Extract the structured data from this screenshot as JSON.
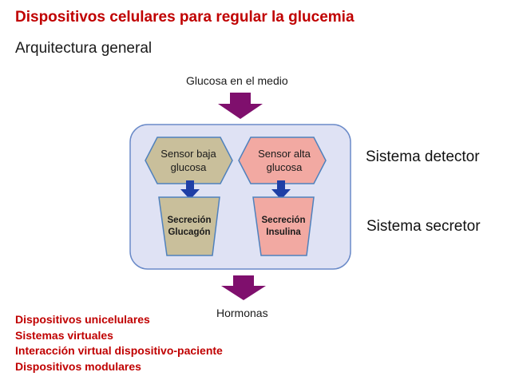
{
  "slide": {
    "title": "Dispositivos celulares para regular la glucemia",
    "subtitle": "Arquitectura general"
  },
  "diagram": {
    "input_label": "Glucosa en el medio",
    "output_label": "Hormonas",
    "sensor_low": {
      "line1": "Sensor baja",
      "line2": "glucosa"
    },
    "sensor_high": {
      "line1": "Sensor alta",
      "line2": "glucosa"
    },
    "secretion_glucagon": {
      "line1": "Secreción",
      "line2": "Glucagón"
    },
    "secretion_insulin": {
      "line1": "Secreción",
      "line2": "Insulina"
    },
    "label_detector": "Sistema detector",
    "label_secretor": "Sistema secretor",
    "colors": {
      "arrow_purple": "#7f0f6d",
      "arrow_blue": "#1f3fa6",
      "container_fill": "#dfe2f4",
      "container_stroke": "#6a8ac8",
      "sensor_low_fill": "#c9bf9b",
      "sensor_high_fill": "#f2a9a2",
      "shape_stroke": "#4f81bd"
    }
  },
  "notes": [
    "Dispositivos unicelulares",
    "Sistemas virtuales",
    "Interacción virtual dispositivo-paciente",
    "Dispositivos modulares"
  ]
}
